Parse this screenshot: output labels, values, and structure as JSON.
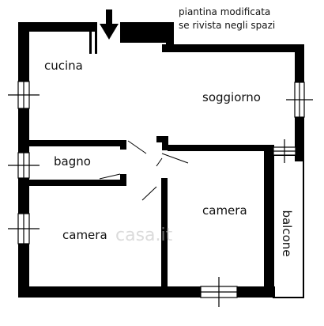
{
  "note": {
    "line1": "piantina modificata",
    "line2": "se rivista negli spazi"
  },
  "rooms": {
    "kitchen": "cucina",
    "living": "soggiorno",
    "bath": "bagno",
    "bedroom_right": "camera",
    "bedroom_left": "camera",
    "balcony": "balcone"
  },
  "watermark": "casa.it",
  "colors": {
    "wall": "#000000",
    "background": "#ffffff"
  },
  "icons": {
    "entrance": "arrow-down-icon"
  }
}
